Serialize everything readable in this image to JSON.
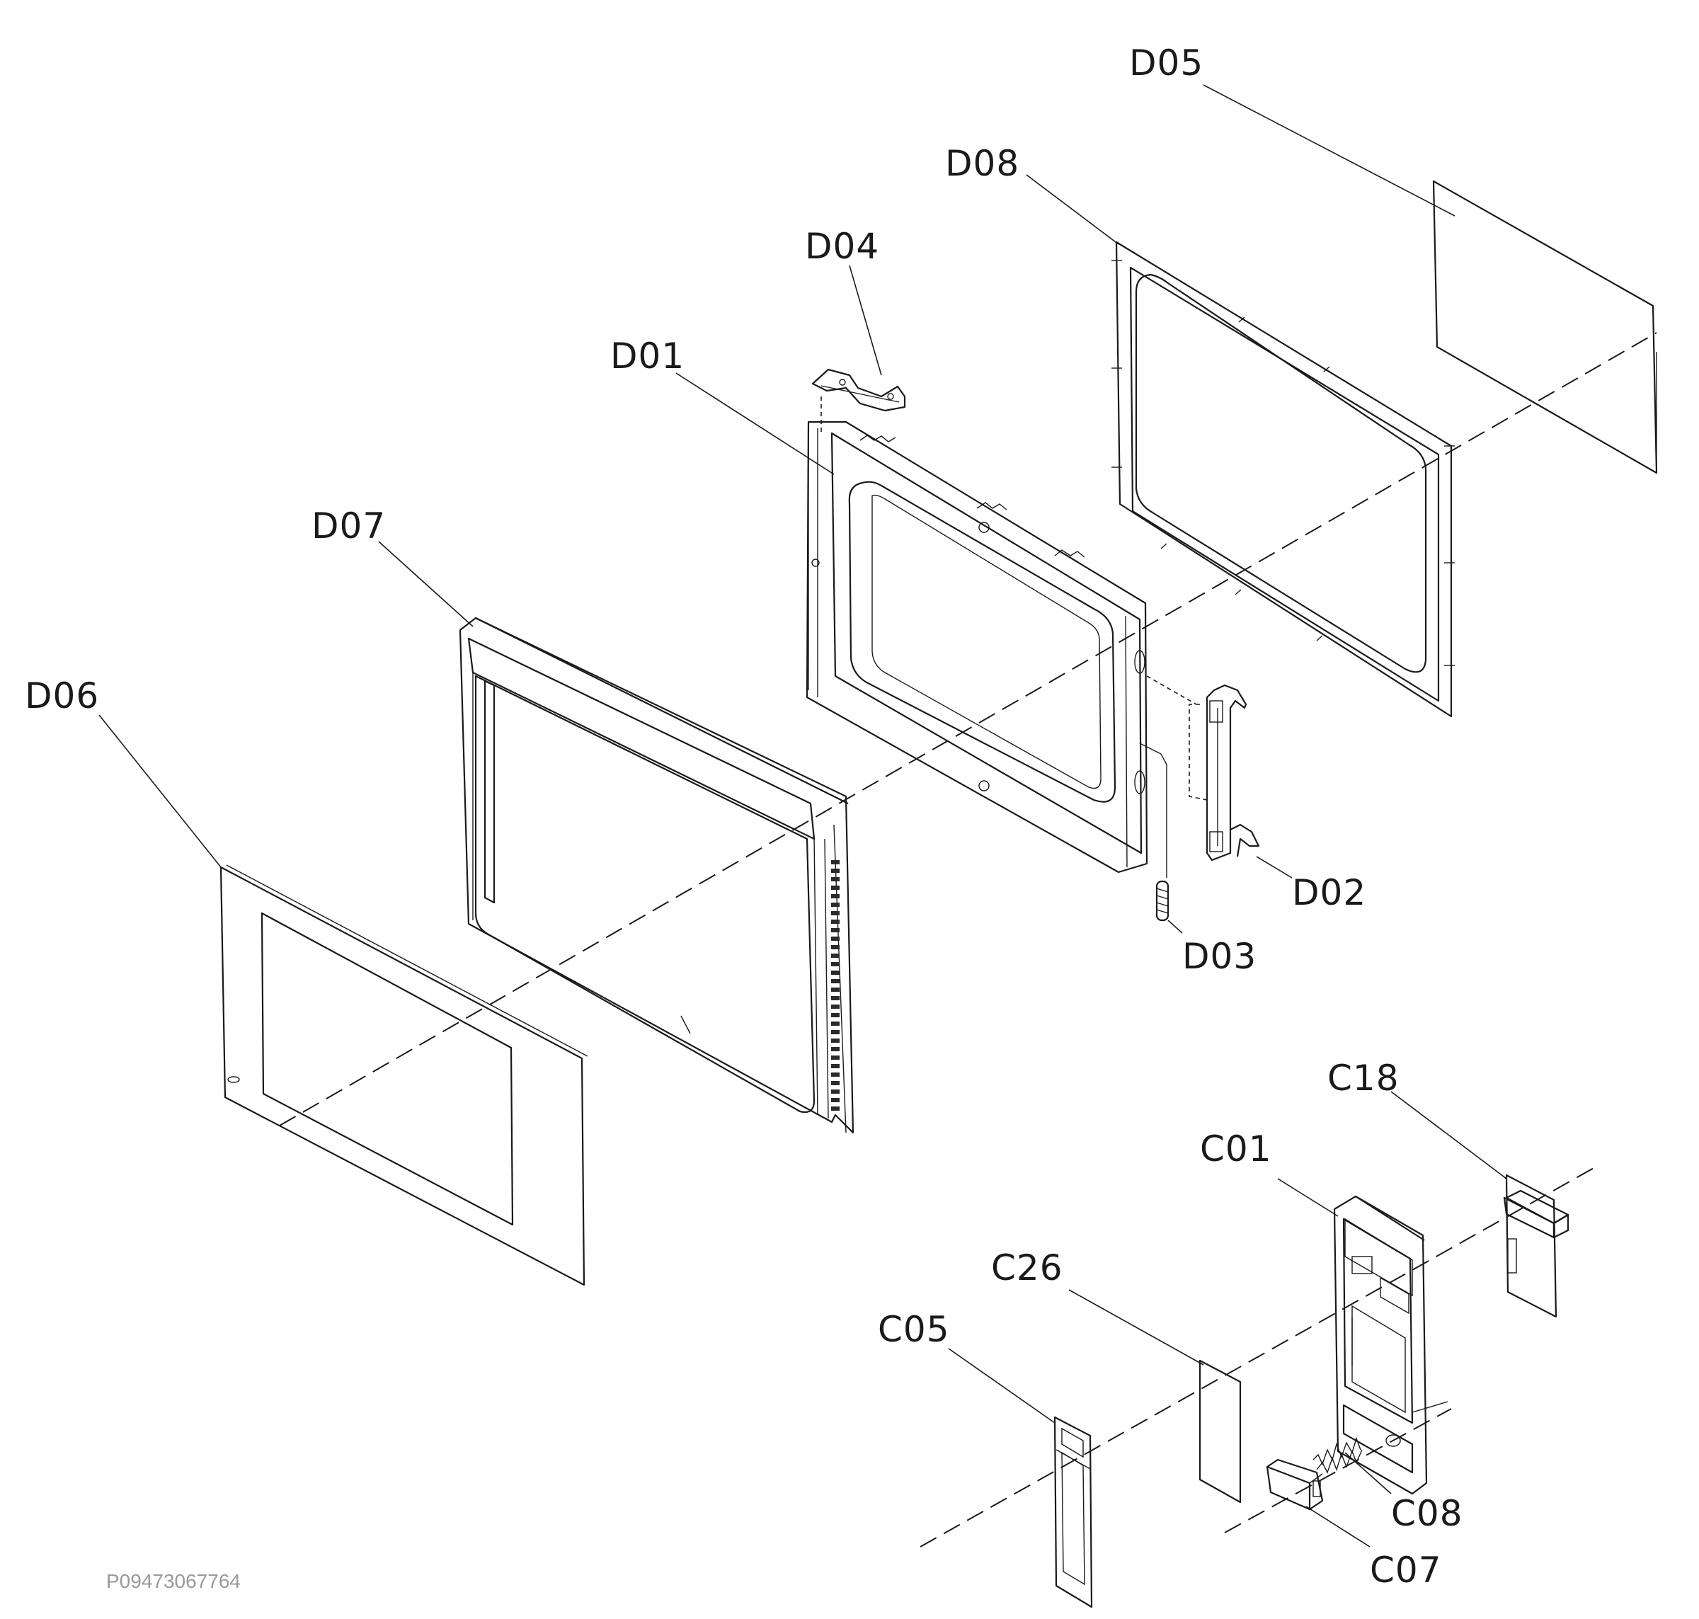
{
  "labels": {
    "D05": "D05",
    "D08": "D08",
    "D04": "D04",
    "D01": "D01",
    "D07": "D07",
    "D06": "D06",
    "D02": "D02",
    "D03": "D03",
    "C18": "C18",
    "C01": "C01",
    "C26": "C26",
    "C05": "C05",
    "C08": "C08",
    "C07": "C07"
  },
  "drawing_code": "P09473067764"
}
